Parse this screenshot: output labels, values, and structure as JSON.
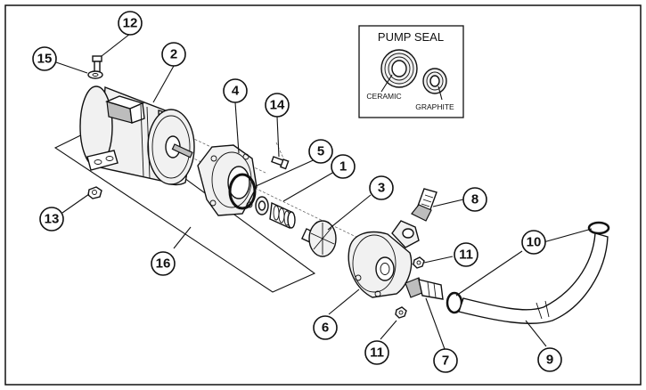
{
  "inset": {
    "title": "PUMP SEAL",
    "labels": {
      "ceramic": "CERAMIC",
      "graphite": "GRAPHITE"
    }
  },
  "callouts": {
    "c1": "1",
    "c2": "2",
    "c3": "3",
    "c4": "4",
    "c5": "5",
    "c6": "6",
    "c7": "7",
    "c8": "8",
    "c9": "9",
    "c10": "10",
    "c11a": "11",
    "c11b": "11",
    "c12": "12",
    "c13": "13",
    "c14": "14",
    "c15": "15",
    "c16": "16"
  },
  "colors": {
    "line": "#111111",
    "background": "#ffffff"
  }
}
